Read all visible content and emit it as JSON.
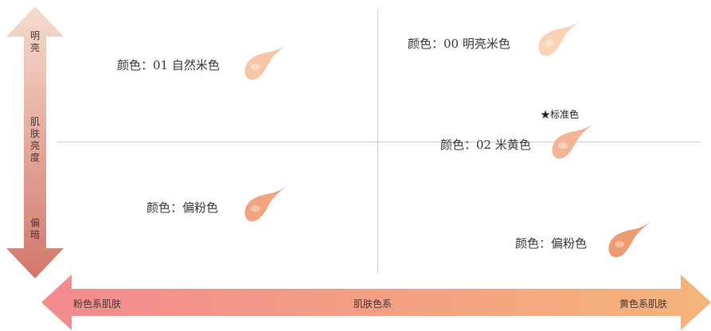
{
  "vertical_axis": {
    "top_label": "明\n亮",
    "middle_label": "肌\n肤\n亮\n度",
    "bottom_label": "偏\n暗"
  },
  "horizontal_axis": {
    "left_label": "粉色系肌肤",
    "center_label": "肌肤色系",
    "right_label": "黄色系肌肤"
  },
  "swatches": [
    {
      "label": "颜色：01 自然米色",
      "color": "#f6c6a6"
    },
    {
      "label": "颜色：00 明亮米色",
      "color": "#f9d3b6"
    },
    {
      "label": "颜色：02 米黄色",
      "color": "#f3b596"
    },
    {
      "label": "颜色：偏粉色",
      "color": "#f0a482"
    },
    {
      "label": "颜色：偏粉色",
      "color": "#ee9a72"
    }
  ],
  "standard_badge": "★标准色",
  "colors": {
    "vertical_arrow_top": "#f6dccd",
    "vertical_arrow_bottom": "#d2776a",
    "horizontal_arrow_left": "#f28a8e",
    "horizontal_arrow_right": "#f5b57a"
  }
}
